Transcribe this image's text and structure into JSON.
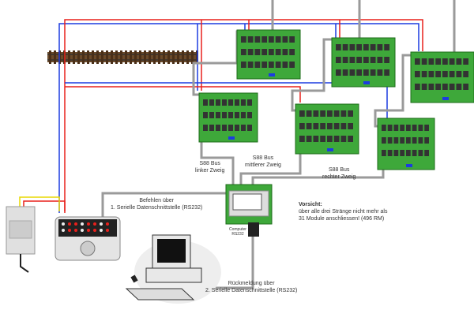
{
  "labels": {
    "bus_left": [
      "S88 Bus",
      "linker Zweig"
    ],
    "bus_middle": [
      "S88 Bus",
      "mittlerer Zweig"
    ],
    "bus_right": [
      "S88 Bus",
      "rechter Zweig"
    ],
    "commands": [
      "Befehlen über",
      "1. Serielle Datenschnittstelle (RS232)"
    ],
    "feedback": [
      "Rückmeldung über",
      "2. Serielle Datenschnittstelle (RS232)"
    ],
    "computer_port": [
      "Computer",
      "RS232"
    ]
  },
  "warning": {
    "title": "Vorsicht:",
    "lines": [
      "über alle drei Stränge nicht mehr als",
      "31 Module anschliessen! (496 RM)"
    ]
  },
  "colors": {
    "wire_red": "#e8201c",
    "wire_blue": "#1c3ce0",
    "bus_gray": "#9a9a9a",
    "board_green": "#3ea83a",
    "wire_yellow": "#e8d800"
  }
}
